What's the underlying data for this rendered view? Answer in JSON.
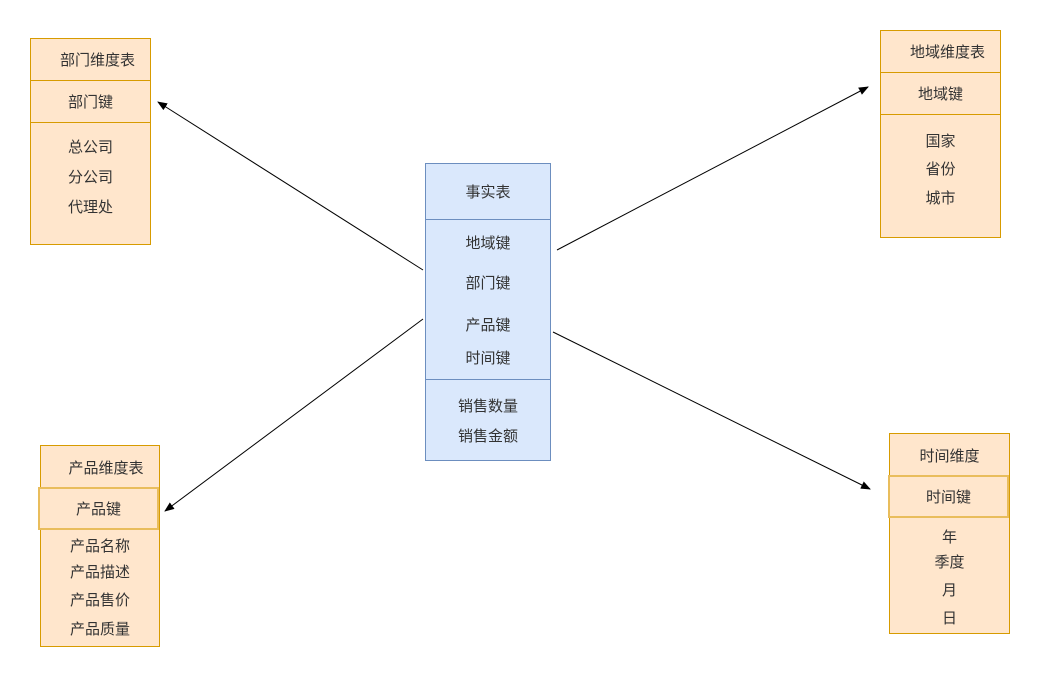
{
  "diagram": {
    "type": "star-schema",
    "colors": {
      "dimension_fill": "#ffe6cc",
      "dimension_border": "#d79b00",
      "fact_fill": "#dae8fc",
      "fact_border": "#6c8ebf",
      "edge": "#000000"
    },
    "fact_table": {
      "title": "事实表",
      "keys": [
        "地域键",
        "部门键",
        "产品键",
        "时间键"
      ],
      "measures": [
        "销售数量",
        "销售金额"
      ]
    },
    "dimensions": {
      "department": {
        "title": "部门维度表",
        "key": "部门键",
        "attributes": [
          "总公司",
          "分公司",
          "代理处"
        ]
      },
      "region": {
        "title": "地域维度表",
        "key": "地域键",
        "attributes": [
          "国家",
          "省份",
          "城市"
        ]
      },
      "product": {
        "title": "产品维度表",
        "key": "产品键",
        "attributes": [
          "产品名称",
          "产品描述",
          "产品售价",
          "产品质量"
        ]
      },
      "time": {
        "title": "时间维度",
        "key": "时间键",
        "attributes": [
          "年",
          "季度",
          "月",
          "日"
        ]
      }
    },
    "edges": [
      {
        "from": "fact_table",
        "to": "department"
      },
      {
        "from": "fact_table",
        "to": "region"
      },
      {
        "from": "fact_table",
        "to": "product"
      },
      {
        "from": "fact_table",
        "to": "time"
      }
    ]
  }
}
